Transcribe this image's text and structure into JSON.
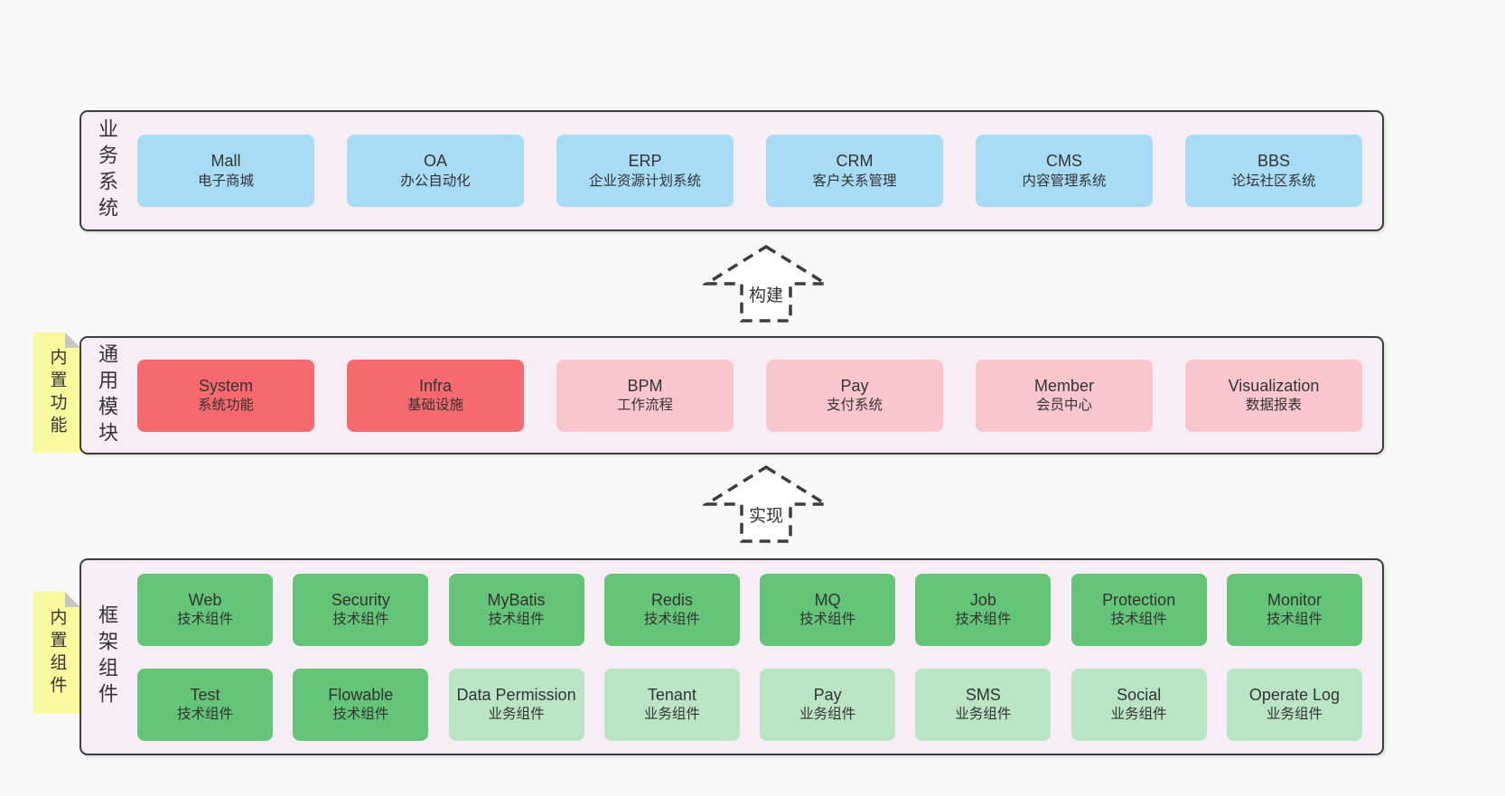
{
  "colors": {
    "background": "#f8f8f8",
    "panel_bg": "#f7edf5",
    "panel_border": "#3d3d3d",
    "blue": "#a8dbf4",
    "red": "#f5696f",
    "pink": "#f9c6cd",
    "green": "#64c477",
    "green_light": "#bae5c4",
    "sticky_yellow": "#f9f99e",
    "fold_gray": "#c5c5c5",
    "arrow_stroke": "#3c3c3c",
    "text": "#333333"
  },
  "stickies": [
    {
      "label": "内置功能"
    },
    {
      "label": "内置组件"
    }
  ],
  "arrows": [
    {
      "label": "构建"
    },
    {
      "label": "实现"
    }
  ],
  "layers": [
    {
      "title": "业务系统",
      "boxes": [
        {
          "name": "Mall",
          "desc": "电子商城",
          "variant": "blue"
        },
        {
          "name": "OA",
          "desc": "办公自动化",
          "variant": "blue"
        },
        {
          "name": "ERP",
          "desc": "企业资源计划系统",
          "variant": "blue"
        },
        {
          "name": "CRM",
          "desc": "客户关系管理",
          "variant": "blue"
        },
        {
          "name": "CMS",
          "desc": "内容管理系统",
          "variant": "blue"
        },
        {
          "name": "BBS",
          "desc": "论坛社区系统",
          "variant": "blue"
        }
      ]
    },
    {
      "title": "通用模块",
      "boxes": [
        {
          "name": "System",
          "desc": "系统功能",
          "variant": "red"
        },
        {
          "name": "Infra",
          "desc": "基础设施",
          "variant": "red"
        },
        {
          "name": "BPM",
          "desc": "工作流程",
          "variant": "pink"
        },
        {
          "name": "Pay",
          "desc": "支付系统",
          "variant": "pink"
        },
        {
          "name": "Member",
          "desc": "会员中心",
          "variant": "pink"
        },
        {
          "name": "Visualization",
          "desc": "数据报表",
          "variant": "pink"
        }
      ]
    },
    {
      "title": "框架组件",
      "rows": [
        [
          {
            "name": "Web",
            "desc": "技术组件",
            "variant": "green"
          },
          {
            "name": "Security",
            "desc": "技术组件",
            "variant": "green"
          },
          {
            "name": "MyBatis",
            "desc": "技术组件",
            "variant": "green"
          },
          {
            "name": "Redis",
            "desc": "技术组件",
            "variant": "green"
          },
          {
            "name": "MQ",
            "desc": "技术组件",
            "variant": "green"
          },
          {
            "name": "Job",
            "desc": "技术组件",
            "variant": "green"
          },
          {
            "name": "Protection",
            "desc": "技术组件",
            "variant": "green"
          },
          {
            "name": "Monitor",
            "desc": "技术组件",
            "variant": "green"
          }
        ],
        [
          {
            "name": "Test",
            "desc": "技术组件",
            "variant": "green"
          },
          {
            "name": "Flowable",
            "desc": "技术组件",
            "variant": "green"
          },
          {
            "name": "Data Permission",
            "desc": "业务组件",
            "variant": "lightgreen"
          },
          {
            "name": "Tenant",
            "desc": "业务组件",
            "variant": "lightgreen"
          },
          {
            "name": "Pay",
            "desc": "业务组件",
            "variant": "lightgreen"
          },
          {
            "name": "SMS",
            "desc": "业务组件",
            "variant": "lightgreen"
          },
          {
            "name": "Social",
            "desc": "业务组件",
            "variant": "lightgreen"
          },
          {
            "name": "Operate Log",
            "desc": "业务组件",
            "variant": "lightgreen"
          }
        ]
      ]
    }
  ]
}
